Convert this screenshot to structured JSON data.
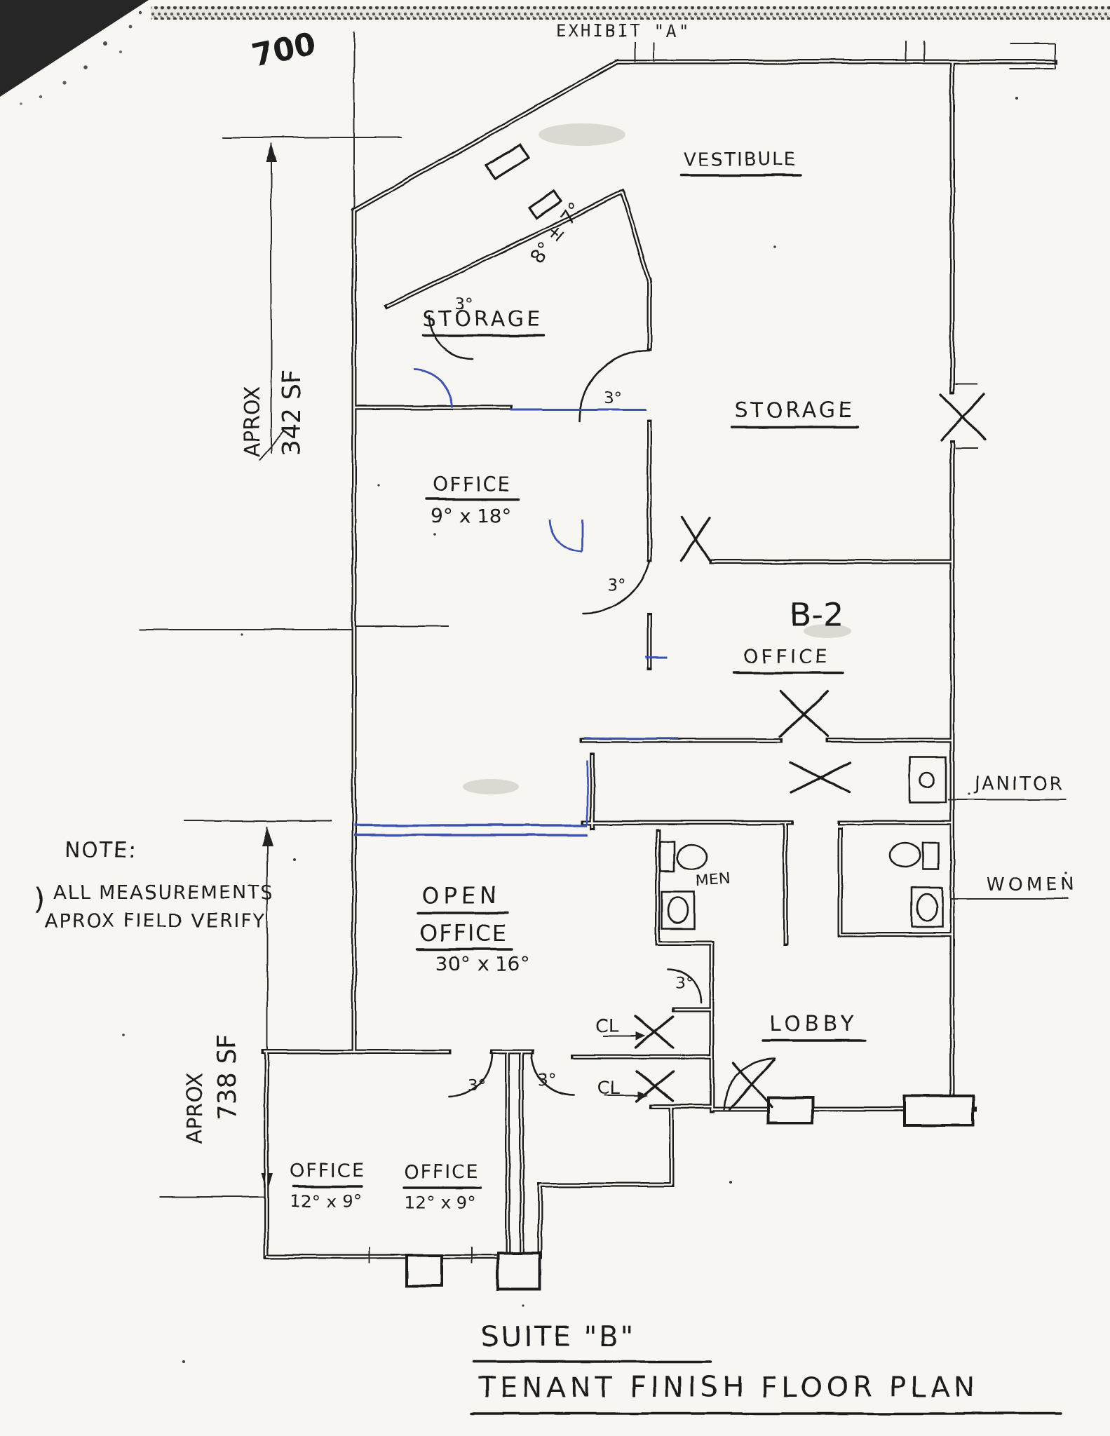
{
  "header": {
    "exhibit": "EXHIBIT \"A\"",
    "page_mark": "700"
  },
  "note": {
    "heading": "NOTE:",
    "bracket": ")",
    "line1": "ALL MEASUREMENTS",
    "line2": "APROX FIELD VERIFY"
  },
  "rooms": {
    "vestibule": "VESTIBULE",
    "storage_upper": "STORAGE",
    "storage_right": "STORAGE",
    "office_9x18": {
      "name": "OFFICE",
      "dims": "9° x 18°"
    },
    "b2_unit": "B-2",
    "b2_office": "OFFICE",
    "open_office": {
      "line1": "OPEN",
      "line2": "OFFICE",
      "dims": "30° x 16°"
    },
    "lobby": "LOBBY",
    "men": "MEN",
    "women": "WOMEN",
    "janitor": "JANITOR",
    "closet_upper": "CL",
    "closet_lower": "CL",
    "office_bottom_left": {
      "name": "OFFICE",
      "dims": "12° x 9°"
    },
    "office_bottom_right": {
      "name": "OFFICE",
      "dims": "12° x 9°"
    }
  },
  "dimensions": {
    "upper_area": {
      "qualifier": "APROX",
      "value": "342 SF"
    },
    "lower_area": {
      "qualifier": "APROX",
      "value": "738 SF"
    },
    "entry_opening": "8° ± 7°",
    "door_width": "3°"
  },
  "title_block": {
    "line1": "SUITE \"B\"",
    "line2": "TENANT FINISH FLOOR PLAN"
  },
  "colors": {
    "ink": "#1b1b1b",
    "blue_pen": "#3c53ae",
    "paper": "#f7f6f2"
  }
}
